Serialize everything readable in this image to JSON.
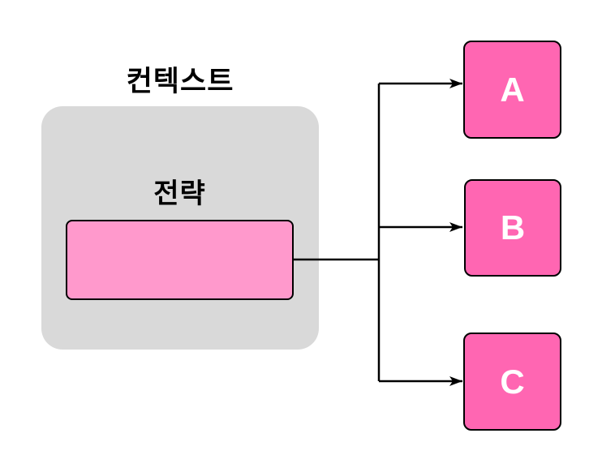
{
  "diagram": {
    "context": {
      "title": "컨텍스트"
    },
    "strategy": {
      "label": "전략"
    },
    "nodes": [
      {
        "label": "A"
      },
      {
        "label": "B"
      },
      {
        "label": "C"
      }
    ]
  },
  "colors": {
    "background": "#FFFFFF",
    "context_fill": "#D9D9D9",
    "strategy_fill": "#FF99CC",
    "node_fill": "#FF66B2",
    "node_text": "#FFFFFF",
    "stroke": "#000000",
    "label_text": "#000000"
  }
}
